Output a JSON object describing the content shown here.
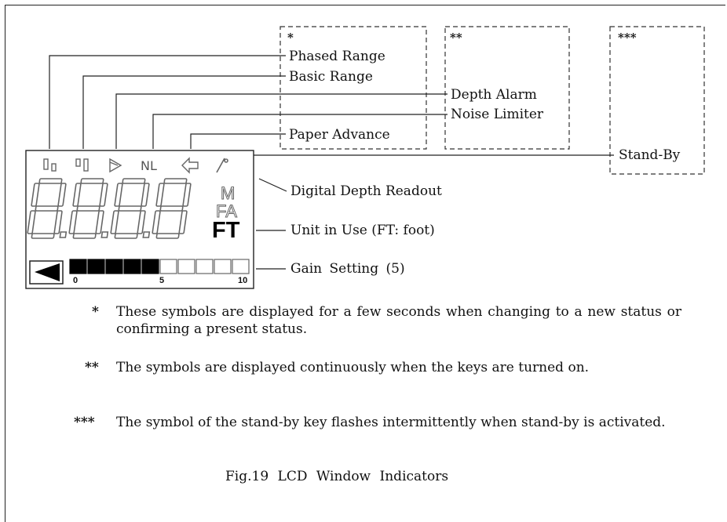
{
  "group_marks": {
    "a": "*",
    "b": "**",
    "c": "***"
  },
  "labels": {
    "phased_range": "Phased Range",
    "basic_range": "Basic Range",
    "depth_alarm": "Depth Alarm",
    "noise_limiter": "Noise Limiter",
    "paper_advance": "Paper Advance",
    "stand_by": "Stand-By",
    "digital_depth_readout": "Digital Depth Readout",
    "unit_in_use": "Unit in Use (FT: foot)",
    "gain_setting": "Gain Setting (5)"
  },
  "lcd": {
    "symbols": {
      "noise_limiter": "NL"
    },
    "units": {
      "m": "M",
      "fa": "FA",
      "ft": "FT"
    },
    "gain": {
      "level": 5,
      "max": 10,
      "tick_0": "0",
      "tick_5": "5",
      "tick_10": "10"
    }
  },
  "notes": [
    {
      "mark": "*",
      "text": "These symbols are displayed for a few seconds when changing to a new status or confirming a present status."
    },
    {
      "mark": "**",
      "text": "The symbols are displayed continuously when the keys are turned on."
    },
    {
      "mark": "***",
      "text": "The symbol of the stand-by key flashes intermittently when stand-by is activated."
    }
  ],
  "caption": "Fig.19 LCD Window Indicators"
}
